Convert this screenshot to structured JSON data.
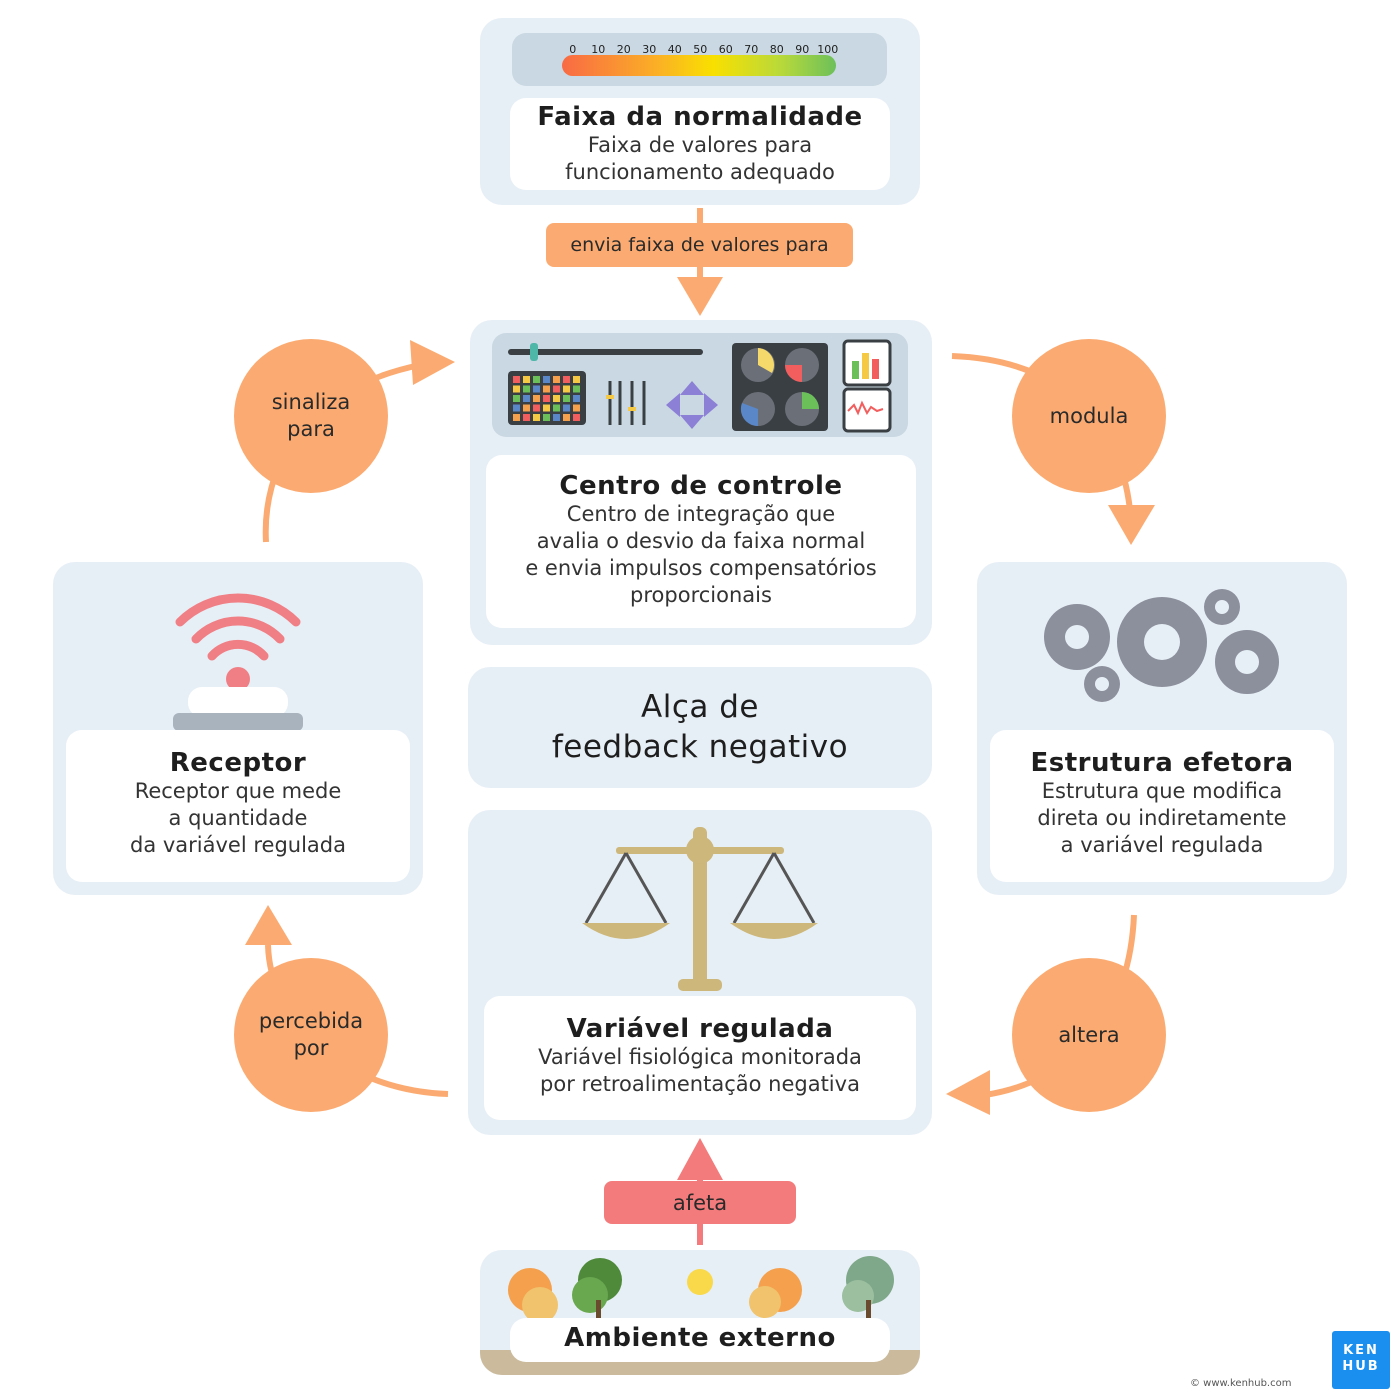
{
  "normal_range": {
    "scale_ticks": [
      "0",
      "10",
      "20",
      "30",
      "40",
      "50",
      "60",
      "70",
      "80",
      "90",
      "100"
    ],
    "title": "Faixa da normalidade",
    "desc": [
      "Faixa de valores para",
      "funcionamento adequado"
    ]
  },
  "labels": {
    "sends": "envia faixa de valores para",
    "affects": "afeta"
  },
  "control_center": {
    "title": "Centro de controle",
    "desc": [
      "Centro de integração que",
      "avalia o desvio da faixa normal",
      "e envia impulsos compensatórios",
      "proporcionais"
    ]
  },
  "loop": {
    "title": [
      "Alça de",
      "feedback negativo"
    ]
  },
  "variable": {
    "title": "Variável regulada",
    "desc": [
      "Variável fisiológica monitorada",
      "por retroalimentação negativa"
    ]
  },
  "environment": {
    "title": "Ambiente externo"
  },
  "receptor": {
    "title": "Receptor",
    "desc": [
      "Receptor que mede",
      "a quantidade",
      "da variável regulada"
    ]
  },
  "effector": {
    "title": "Estrutura efetora",
    "desc": [
      "Estrutura que modifica",
      "direta ou indiretamente",
      "a variável regulada"
    ]
  },
  "circles": {
    "signals": [
      "sinaliza",
      "para"
    ],
    "modulates": [
      "modula"
    ],
    "perceived": [
      "percebida",
      "por"
    ],
    "alters": [
      "altera"
    ]
  },
  "footer": {
    "copyright": "© www.kenhub.com",
    "logo": [
      "KEN",
      "HUB"
    ]
  },
  "colors": {
    "orange": "#fbab71",
    "red": "#f47b7b",
    "panel": "#e7eff6",
    "logo": "#1a8fef"
  }
}
